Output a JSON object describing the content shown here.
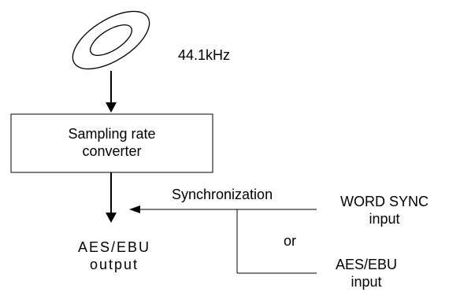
{
  "disc_frequency": "44.1kHz",
  "converter": {
    "line1": "Sampling rate",
    "line2": "converter"
  },
  "sync_label": "Synchronization",
  "output": {
    "line1": "AES/EBU",
    "line2": "output"
  },
  "or_label": "or",
  "word_sync": {
    "line1": "WORD SYNC",
    "line2": "input"
  },
  "aes_input": {
    "line1": "AES/EBU",
    "line2": "input"
  }
}
